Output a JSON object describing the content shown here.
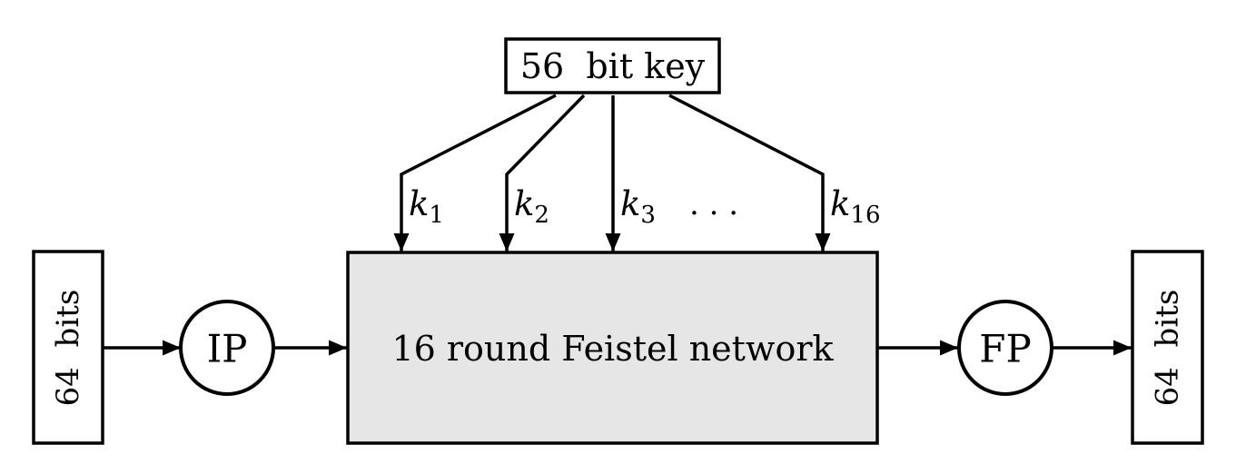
{
  "colors": {
    "stroke": "#000000",
    "feistel_fill": "#e6e6e6",
    "node_fill": "#ffffff",
    "background": "#ffffff"
  },
  "key_box": {
    "label": "56  bit key"
  },
  "subkeys": {
    "items": [
      {
        "base": "k",
        "sub": "1"
      },
      {
        "base": "k",
        "sub": "2"
      },
      {
        "base": "k",
        "sub": "3"
      },
      {
        "base": "k",
        "sub": "16"
      }
    ],
    "ellipsis": ". . ."
  },
  "feistel_box": {
    "label": "16 round Feistel network"
  },
  "input_box": {
    "label": "64  bits"
  },
  "output_box": {
    "label": "64  bits"
  },
  "ip_node": {
    "label": "IP"
  },
  "fp_node": {
    "label": "FP"
  }
}
